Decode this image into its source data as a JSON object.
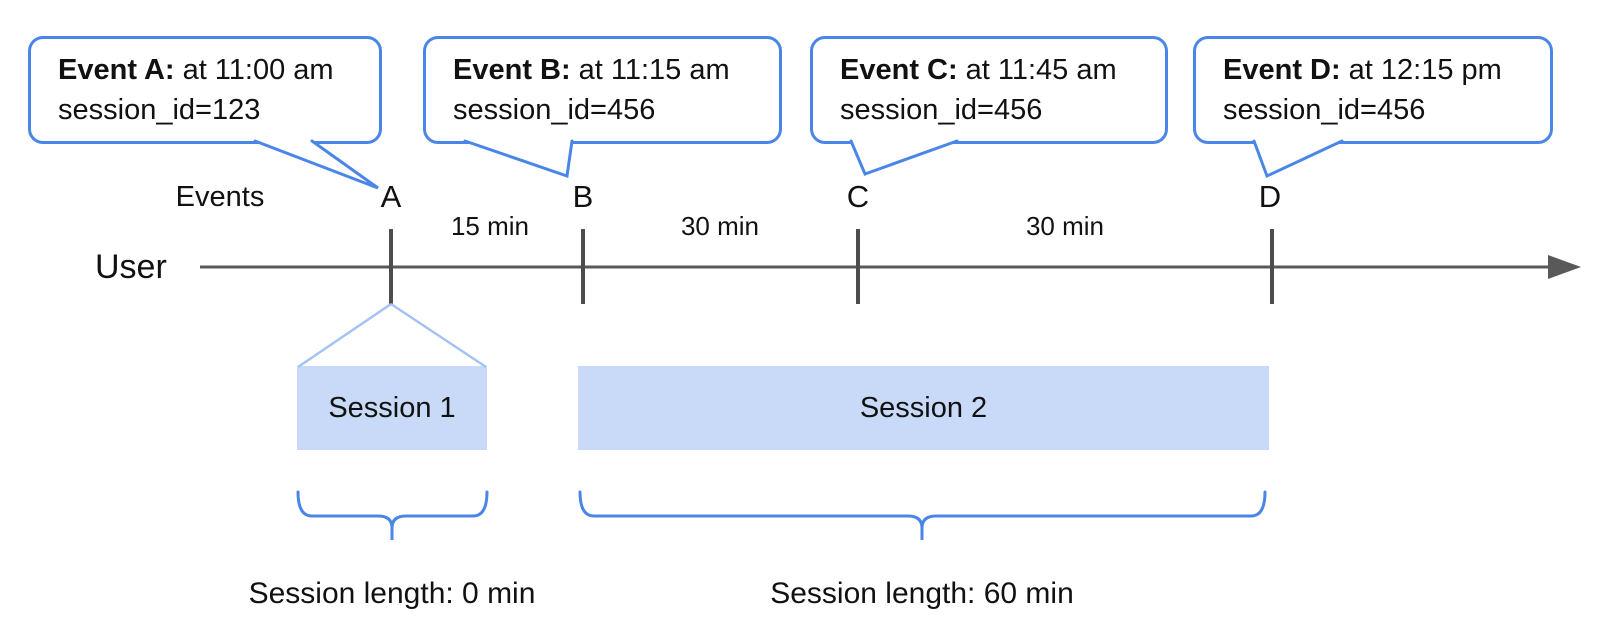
{
  "diagram": {
    "events_axis_label": "Events",
    "user_label": "User",
    "bubbles": [
      {
        "letter": "A",
        "title": "Event A:",
        "time": "at 11:00 am",
        "session_id": "session_id=123"
      },
      {
        "letter": "B",
        "title": "Event B:",
        "time": "at 11:15 am",
        "session_id": "session_id=456"
      },
      {
        "letter": "C",
        "title": "Event C:",
        "time": "at 11:45 am",
        "session_id": "session_id=456"
      },
      {
        "letter": "D",
        "title": "Event D:",
        "time": "at 12:15 pm",
        "session_id": "session_id=456"
      }
    ],
    "intervals": [
      {
        "label": "15 min"
      },
      {
        "label": "30 min"
      },
      {
        "label": "30 min"
      }
    ],
    "sessions": [
      {
        "label": "Session 1",
        "length_label": "Session length: 0 min"
      },
      {
        "label": "Session 2",
        "length_label": "Session length: 60 min"
      }
    ],
    "colors": {
      "bubble_border": "#4a86e8",
      "brace_stroke": "#4a86e8",
      "funnel_stroke": "#a4c2f4",
      "session_fill": "#c9daf8",
      "axis_stroke": "#595959",
      "tick_stroke": "#4d4d4d",
      "text": "#111111"
    }
  }
}
